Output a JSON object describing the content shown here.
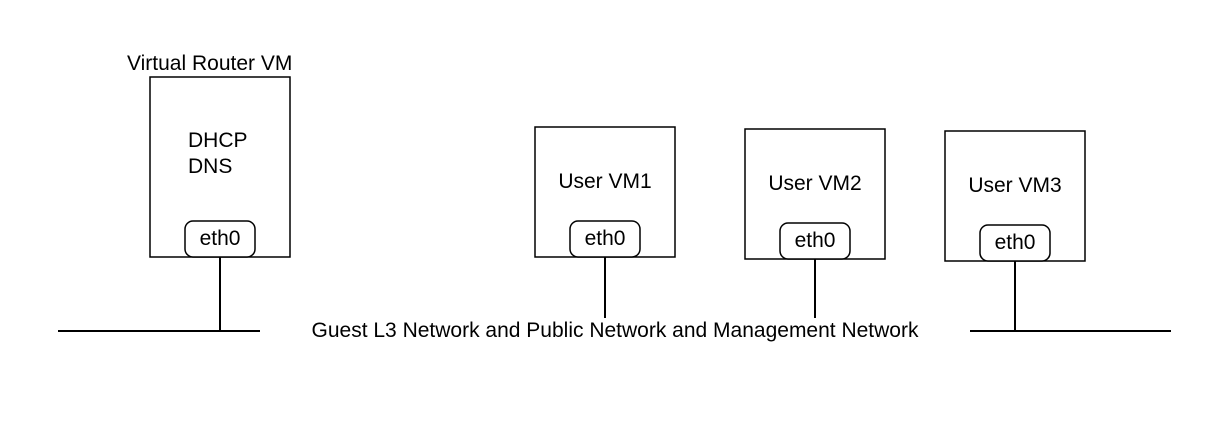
{
  "diagram": {
    "router": {
      "title": "Virtual Router VM",
      "services": [
        "DHCP",
        "DNS"
      ],
      "nic": "eth0"
    },
    "user_vms": [
      {
        "label": "User VM1",
        "nic": "eth0"
      },
      {
        "label": "User VM2",
        "nic": "eth0"
      },
      {
        "label": "User VM3",
        "nic": "eth0"
      }
    ],
    "network": {
      "label": "Guest L3 Network and Public Network and Management Network"
    },
    "colors": {
      "stroke": "#000000",
      "background": "#ffffff"
    }
  }
}
